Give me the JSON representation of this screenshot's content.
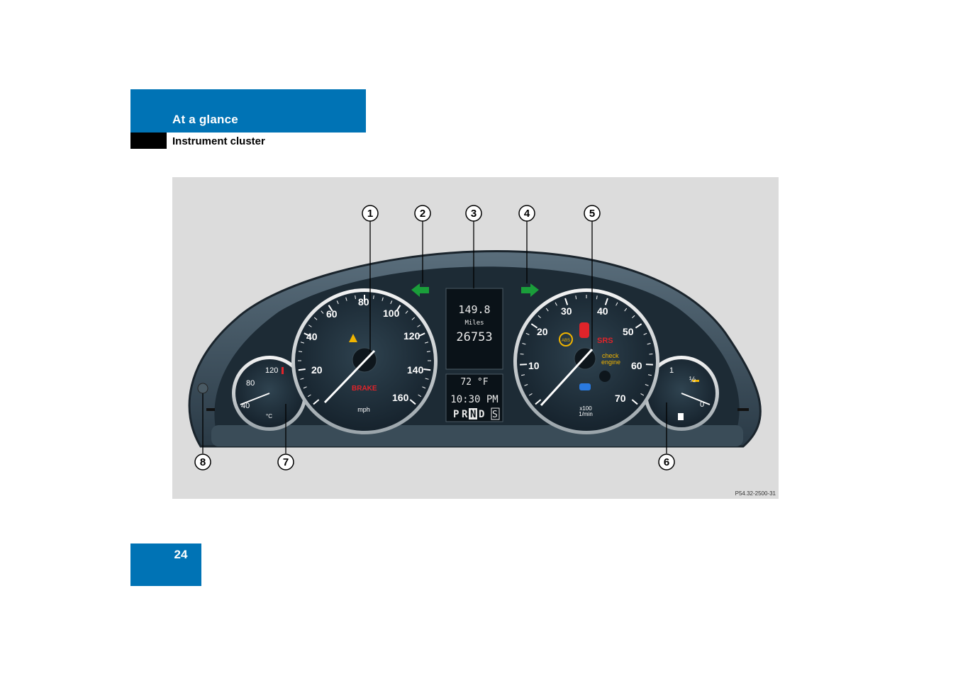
{
  "header": {
    "section": "At a glance",
    "subsection": "Instrument cluster"
  },
  "figure": {
    "code": "P54.32-2500-31",
    "callouts": [
      "1",
      "2",
      "3",
      "4",
      "5",
      "6",
      "7",
      "8"
    ],
    "speedometer": {
      "ticks": [
        "20",
        "40",
        "60",
        "80",
        "100",
        "120",
        "140",
        "160"
      ],
      "unit": "mph",
      "brake_label": "BRAKE"
    },
    "tachometer": {
      "ticks": [
        "10",
        "20",
        "30",
        "40",
        "50",
        "60",
        "70"
      ],
      "unit_line1": "x100",
      "unit_line2": "1/min",
      "srs_label": "SRS",
      "check_line1": "check",
      "check_line2": "engine",
      "abs_label": "ABS"
    },
    "coolant_gauge": {
      "ticks": [
        "40",
        "80",
        "120"
      ],
      "unit": "°C"
    },
    "fuel_gauge": {
      "ticks": [
        "1",
        "½",
        "0"
      ]
    },
    "display": {
      "trip": "149.8",
      "trip_unit": "Miles",
      "odometer": "26753",
      "temperature": "72 °F",
      "clock": "10:30 PM",
      "gear_p": "P",
      "gear_r": "R",
      "gear_n": "N",
      "gear_d": "D",
      "gear_s": "S"
    },
    "colors": {
      "turn_signal": "#1a9e3a",
      "warning": "#f0b400",
      "red_lamp": "#e0242a",
      "low_beam": "#2a7ae0"
    }
  },
  "page": {
    "number": "24"
  }
}
